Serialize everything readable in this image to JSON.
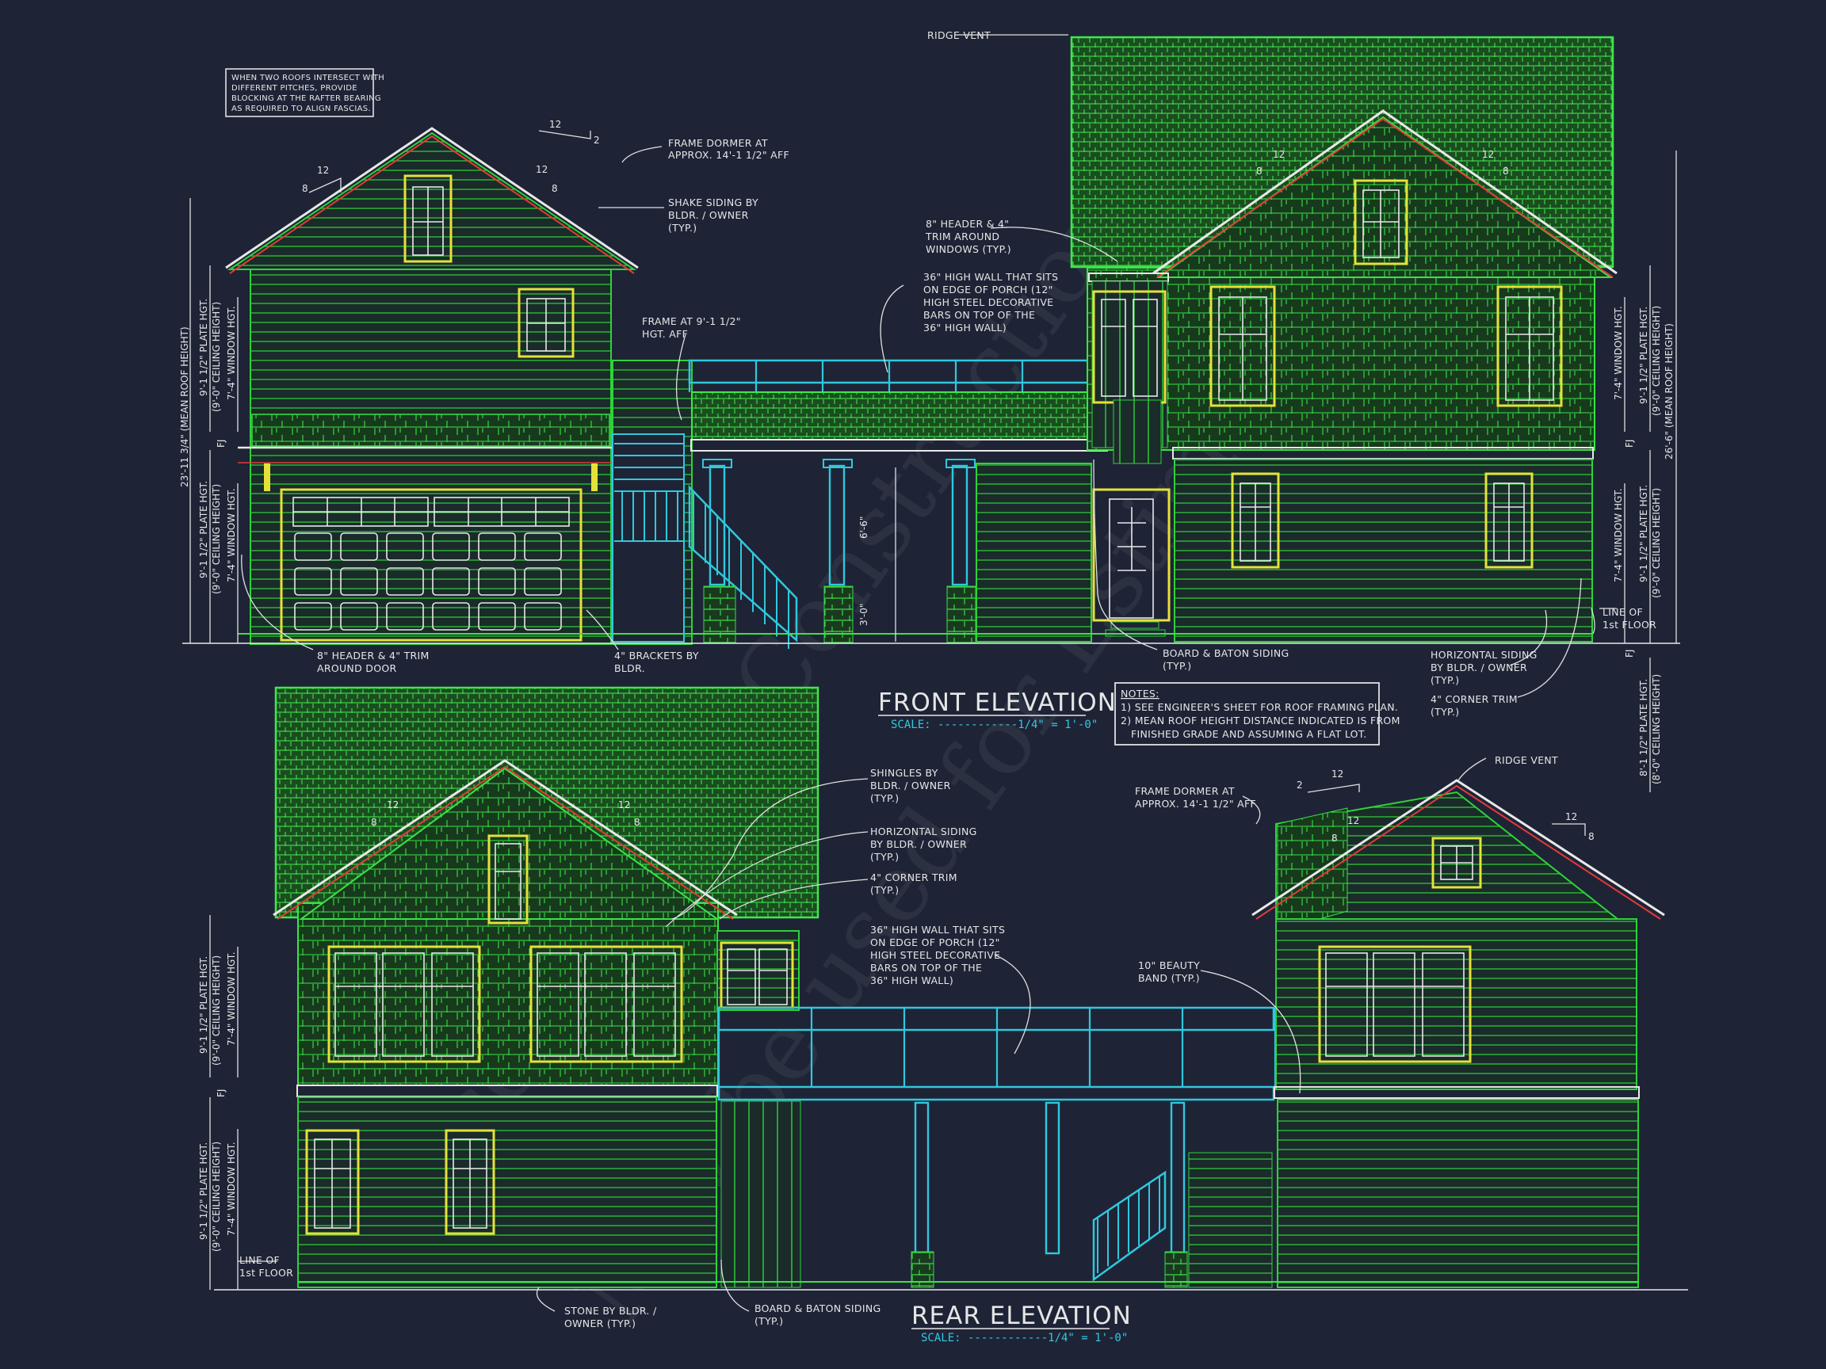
{
  "titles": {
    "front": "FRONT ELEVATION",
    "front_scale": "SCALE: ------------1/4\" = 1'-0\"",
    "rear": "REAR ELEVATION",
    "rear_scale": "SCALE: ------------1/4\" = 1'-0\""
  },
  "notes": {
    "heading": "NOTES:",
    "line1": "1) SEE ENGINEER'S SHEET FOR ROOF FRAMING PLAN.",
    "line2a": "2) MEAN ROOF HEIGHT DISTANCE INDICATED IS FROM",
    "line2b": "FINISHED GRADE AND ASSUMING A FLAT LOT."
  },
  "roof_note": {
    "line1": "WHEN TWO ROOFS INTERSECT WITH",
    "line2": "DIFFERENT PITCHES, PROVIDE",
    "line3": "BLOCKING AT THE RAFTER BEARING",
    "line4": "AS REQUIRED TO ALIGN FASCIAS."
  },
  "front_labels": {
    "ridge_vent": "RIDGE VENT",
    "frame_dormer_1": "FRAME DORMER AT",
    "frame_dormer_2": "APPROX. 14'-1 1/2\" AFF",
    "shake_1": "SHAKE SIDING BY",
    "shake_2": "BLDR. / OWNER",
    "shake_3": "(TYP.)",
    "header_trim_1": "8\" HEADER & 4\"",
    "header_trim_2": "TRIM AROUND",
    "header_trim_3": "WINDOWS (TYP.)",
    "wall36_1": "36\" HIGH WALL THAT SITS",
    "wall36_2": "ON EDGE OF PORCH (12\"",
    "wall36_3": "HIGH STEEL DECORATIVE",
    "wall36_4": "BARS ON TOP OF THE",
    "wall36_5": "36\" HIGH WALL)",
    "frame_at_1": "FRAME AT 9'-1 1/2\"",
    "frame_at_2": "HGT. AFF",
    "door_trim_1": "8\" HEADER & 4\" TRIM",
    "door_trim_2": "AROUND DOOR",
    "brackets_1": "4\" BRACKETS BY",
    "brackets_2": "BLDR.",
    "board_baton_1": "BOARD & BATON SIDING",
    "board_baton_2": "(TYP.)",
    "horiz_1": "HORIZONTAL SIDING",
    "horiz_2": "BY BLDR. / OWNER",
    "horiz_3": "(TYP.)",
    "corner_1": "4\" CORNER TRIM",
    "corner_2": "(TYP.)",
    "line_floor_1": "LINE OF",
    "line_floor_2": "1st FLOOR"
  },
  "rear_labels": {
    "shingles_1": "SHINGLES BY",
    "shingles_2": "BLDR. / OWNER",
    "shingles_3": "(TYP.)",
    "horiz_1": "HORIZONTAL SIDING",
    "horiz_2": "BY BLDR. / OWNER",
    "horiz_3": "(TYP.)",
    "corner_1": "4\" CORNER TRIM",
    "corner_2": "(TYP.)",
    "wall36_1": "36\" HIGH WALL THAT SITS",
    "wall36_2": "ON EDGE OF PORCH (12\"",
    "wall36_3": "HIGH STEEL DECORATIVE",
    "wall36_4": "BARS ON TOP OF THE",
    "wall36_5": "36\" HIGH WALL)",
    "frame_dormer_1": "FRAME DORMER AT",
    "frame_dormer_2": "APPROX. 14'-1 1/2\" AFF",
    "ridge_vent": "RIDGE VENT",
    "beauty_1": "10\" BEAUTY",
    "beauty_2": "BAND (TYP.)",
    "stone_1": "STONE BY BLDR. /",
    "stone_2": "OWNER (TYP.)",
    "board_baton_1": "BOARD & BATON SIDING",
    "board_baton_2": "(TYP.)",
    "line_floor_1": "LINE OF",
    "line_floor_2": "1st FLOOR"
  },
  "dimensions": {
    "plate_upper": "9'-1 1/2\" PLATE HGT.",
    "ceiling_upper": "(9'-0\" CEILING HEIGHT)",
    "window_upper": "7'-4\" WINDOW HGT.",
    "plate_lower": "9'-1 1/2\" PLATE HGT.",
    "ceiling_lower": "(9'-0\" CEILING HEIGHT)",
    "window_lower": "7'-4\" WINDOW HGT.",
    "mean_left": "23'-11 3/4\" (MEAN ROOF HEIGHT)",
    "mean_right": "26'-6\" (MEAN ROOF HEIGHT)",
    "plate_8": "8'-1 1/2\" PLATE HGT.",
    "ceiling_8": "(8'-0\" CEILING HEIGHT)",
    "fj": "FJ",
    "porch_66": "6'-6\"",
    "porch_30": "3'-0\"",
    "pitch_12": "12",
    "pitch_8": "8",
    "pitch_2": "2"
  },
  "watermark": {
    "line1": "Licensed for Construction",
    "line2": "May be used for Estimation"
  },
  "colors": {
    "background": "#1e2436",
    "siding": "#2fd23a",
    "trim": "#e4e23a",
    "railing": "#30c8dc",
    "fascia": "#e23a3a",
    "text": "#e6e6e6"
  }
}
